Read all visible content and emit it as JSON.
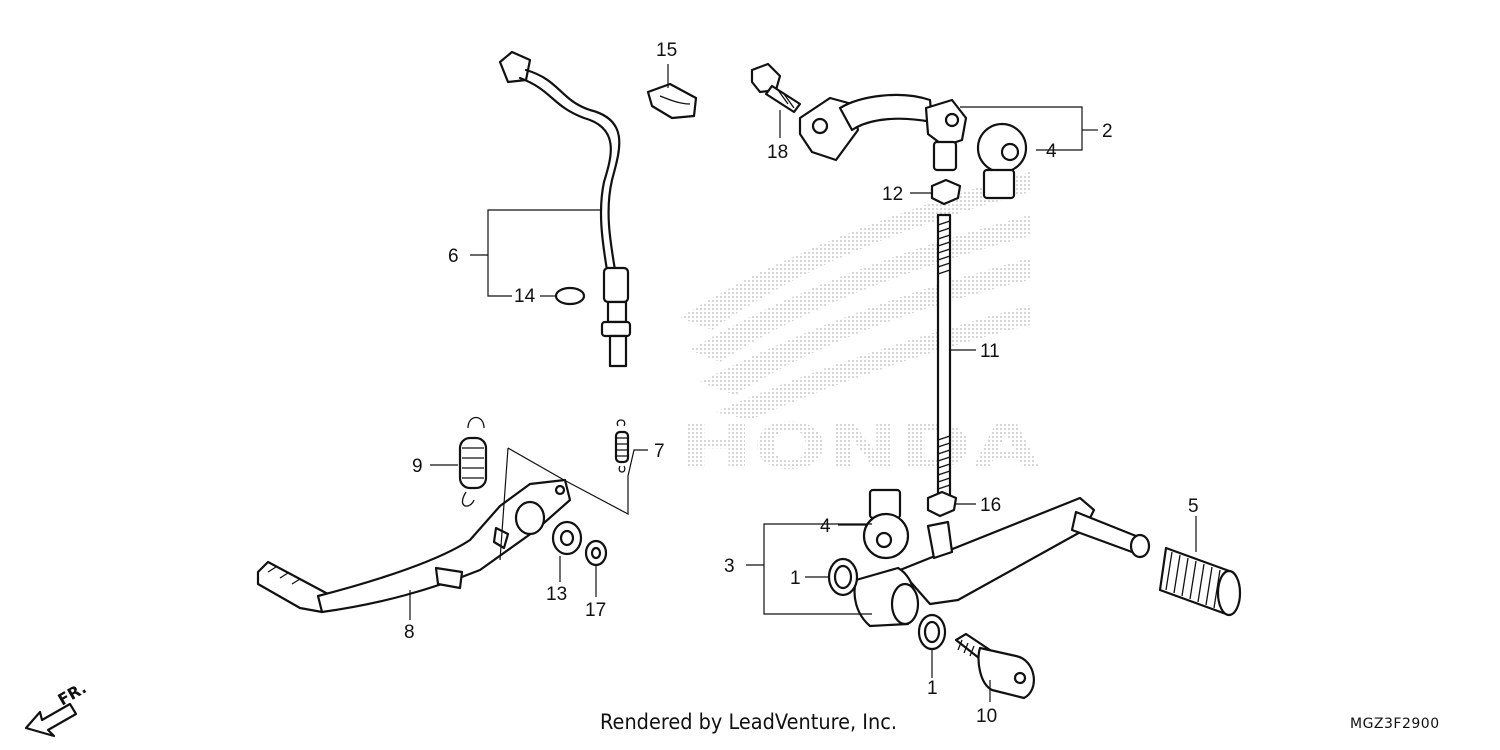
{
  "callouts": [
    {
      "id": "c1a",
      "text": "1"
    },
    {
      "id": "c1b",
      "text": "1"
    },
    {
      "id": "c2",
      "text": "2"
    },
    {
      "id": "c3",
      "text": "3"
    },
    {
      "id": "c4a",
      "text": "4"
    },
    {
      "id": "c4b",
      "text": "4"
    },
    {
      "id": "c5",
      "text": "5"
    },
    {
      "id": "c6",
      "text": "6"
    },
    {
      "id": "c7",
      "text": "7"
    },
    {
      "id": "c8",
      "text": "8"
    },
    {
      "id": "c9",
      "text": "9"
    },
    {
      "id": "c10",
      "text": "10"
    },
    {
      "id": "c11",
      "text": "11"
    },
    {
      "id": "c12",
      "text": "12"
    },
    {
      "id": "c13",
      "text": "13"
    },
    {
      "id": "c14",
      "text": "14"
    },
    {
      "id": "c15",
      "text": "15"
    },
    {
      "id": "c16",
      "text": "16"
    },
    {
      "id": "c17",
      "text": "17"
    },
    {
      "id": "c18",
      "text": "18"
    }
  ],
  "watermark": {
    "brand": "HONDA"
  },
  "direction": {
    "label": "FR."
  },
  "footer": {
    "credit": "Rendered by LeadVenture, Inc.",
    "code": "MGZ3F2900"
  },
  "colors": {
    "line": "#111111",
    "watermark": "#b8b8b8"
  }
}
